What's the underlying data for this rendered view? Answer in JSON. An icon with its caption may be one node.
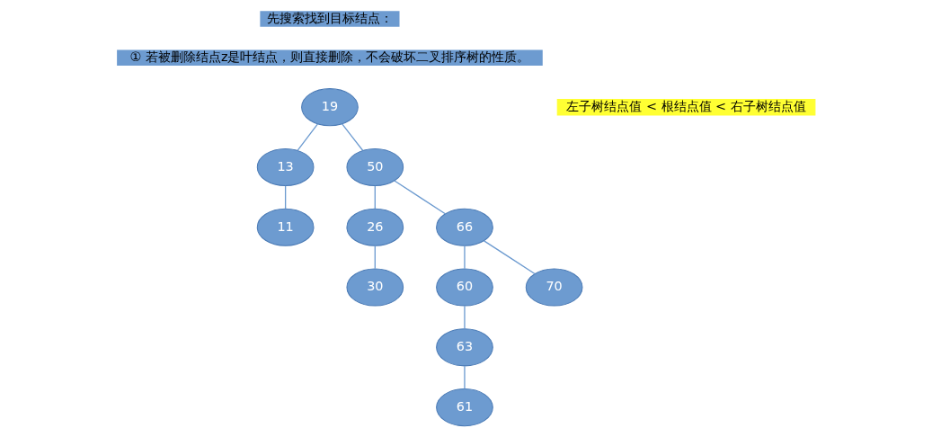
{
  "diagram": {
    "nodes": [
      {
        "text": [
          "19"
        ]
      },
      {
        "text": [
          "13"
        ]
      },
      {
        "text": [
          "50"
        ]
      },
      {
        "text": [
          "11"
        ]
      },
      {
        "text": [
          "26"
        ]
      },
      {
        "text": [
          "66"
        ]
      },
      {
        "text": [
          "30"
        ]
      },
      {
        "text": [
          "60"
        ]
      },
      {
        "text": [
          "70"
        ]
      },
      {
        "text": [
          "63"
        ]
      },
      {
        "text": [
          "61"
        ]
      }
    ],
    "edges": [
      {
        "from": 0,
        "to": 1,
        "arrow": "none"
      },
      {
        "from": 0,
        "to": 2,
        "arrow": "none"
      },
      {
        "from": 1,
        "to": 3,
        "arrow": "none"
      },
      {
        "from": 2,
        "to": 4,
        "arrow": "none"
      },
      {
        "from": 2,
        "to": 5,
        "arrow": "none"
      },
      {
        "from": 4,
        "to": 6,
        "arrow": "none"
      },
      {
        "from": 5,
        "to": 7,
        "arrow": "none"
      },
      {
        "from": 5,
        "to": 8,
        "arrow": "none"
      },
      {
        "from": 7,
        "to": 9,
        "arrow": "none"
      },
      {
        "from": 9,
        "to": 10,
        "arrow": "none"
      }
    ],
    "labels": [
      "先搜索找到目标结点：",
      "① 若被删除结点z是叶结点，则直接删除，不会破坏二叉排序树的性质。",
      "左子树结点值 < 根结点值 < 右子树结点值"
    ]
  }
}
